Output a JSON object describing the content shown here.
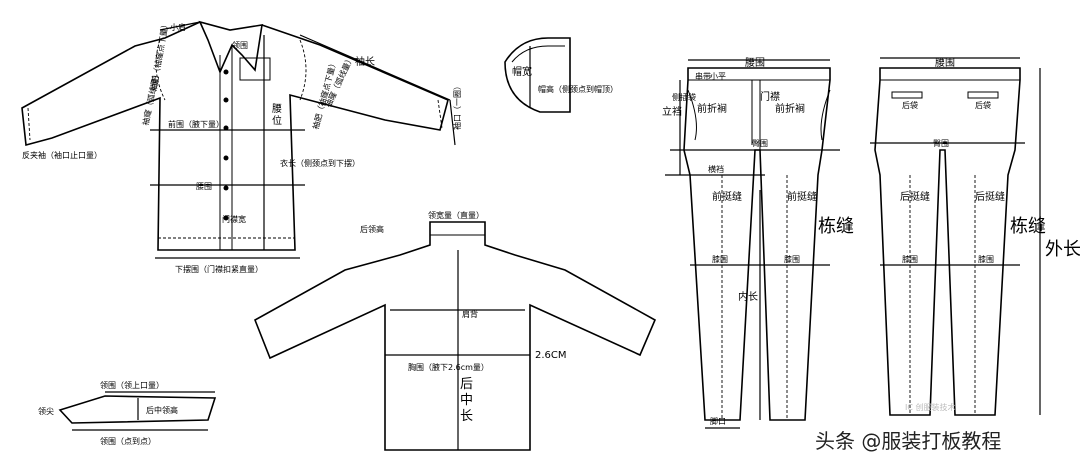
{
  "shirt": {
    "xiao_jian": "小肩",
    "ling_wei": "领围",
    "xiu_chang": "袖长",
    "yao_wei": "腰",
    "yao_wei2": "位",
    "xiong_wei": "前围（腋下量）",
    "yi_chang": "衣长（侧颈点到下摆）",
    "yao_wei_label": "腰围",
    "men_jin": "门襟宽",
    "xia_bai": "下摆围（门襟扣紧直量）",
    "xiu_kou": "袖口（一圈）",
    "zhou_kuan": "袖肥（袖窿点下量）",
    "xiu_long": "袖窿（弧线量）",
    "fan_xiu": "反夹袖（袖口止口量）",
    "xiu_fei_left": "袖肥（袖窿点下量）",
    "xiu_long_left": "袖窿（弧线量）"
  },
  "hood": {
    "mao_kuan": "帽宽",
    "mao_gao": "帽高（侧颈点到帽顶）"
  },
  "sweater": {
    "ling_kuan": "领宽量（直量）",
    "hou_ling_gao": "后领高",
    "jian_bei": "肩背",
    "xiong_wei": "胸围（腋下2.6cm量）",
    "offset": "2.6CM",
    "hou_zhong": "后",
    "hou_zhong2": "中",
    "hou_zhong3": "长"
  },
  "collar": {
    "ling_wei_top": "领围（领上口量）",
    "ling_jian": "领尖",
    "hou_zhong_ling_gao": "后中领高",
    "ling_wei_bottom": "领围（点到点）"
  },
  "pants_front": {
    "yao_wei": "腰围",
    "li_dang": "立裆",
    "ce_cha_dai": "侧插袋",
    "qian_zhe_jian": "前折裥",
    "men_jin": "门襟",
    "tun_wei": "臀围",
    "heng_dang": "横裆",
    "qian_ting_feng": "前挺缝",
    "qi_feng": "栋缝",
    "xi_wei": "膝围",
    "nei_chang": "内长",
    "jiao_kou": "脚口",
    "bei_dai": "串带",
    "xiao_ping": "小平"
  },
  "pants_back": {
    "yao_wei": "腰围",
    "hou_dai": "后袋",
    "tun_wei": "臀围",
    "hou_ting_feng": "后挺缝",
    "qi_feng": "栋缝",
    "wai_chang": "外长",
    "xi_wei": "膝围",
    "hou_dai2": "后袋"
  },
  "watermark": {
    "source": "头条 @服装打板教程",
    "blur": "IC 创服装技术"
  }
}
